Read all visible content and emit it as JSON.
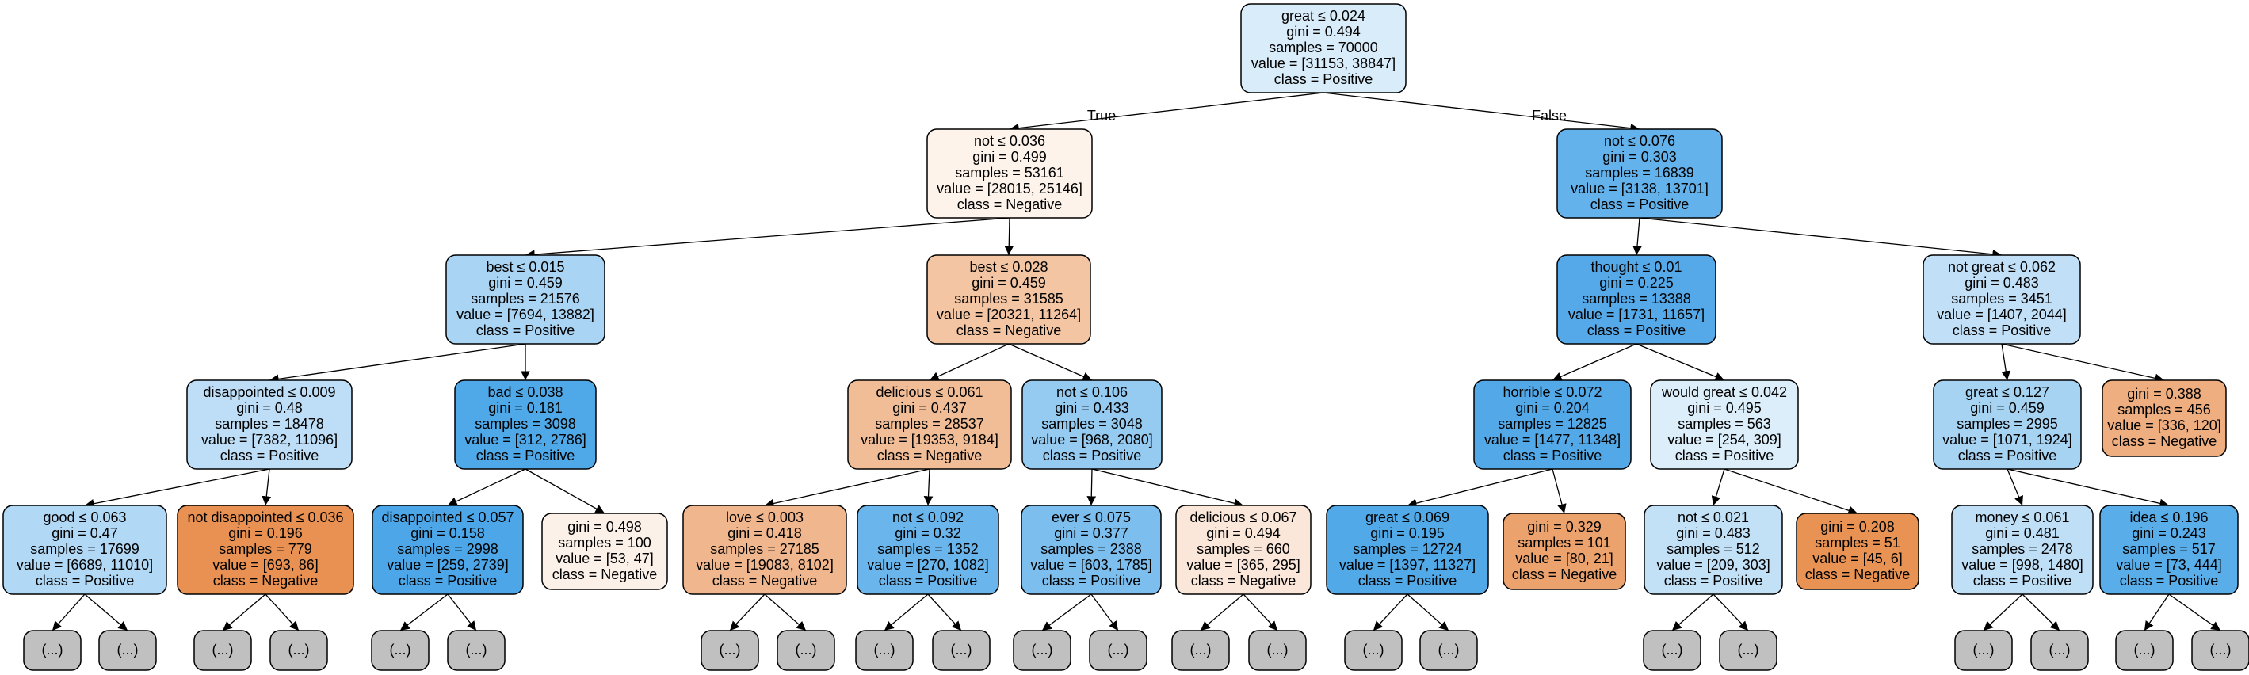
{
  "edge_labels": {
    "true_label": "True",
    "false_label": "False"
  },
  "colors": {
    "pos_light": "#d9ecfa",
    "pos_pale": "#a9d4f4",
    "pos_mid": "#64b2eb",
    "pos_strong": "#4ea6e8",
    "neg_pale": "#fdf3eb",
    "neg_light": "#f3c5a2",
    "neg_mid": "#f0b78d",
    "neg_strong": "#e89152",
    "leaf_gray": "#c0c0c0"
  },
  "nodes": [
    {
      "id": "n0",
      "lines": [
        "great ≤ 0.024",
        "gini = 0.494",
        "samples = 70000",
        "value = [31153, 38847]",
        "class = Positive"
      ],
      "fill": "#d9ecfa"
    },
    {
      "id": "n1",
      "lines": [
        "not ≤ 0.036",
        "gini = 0.499",
        "samples = 53161",
        "value = [28015, 25146]",
        "class = Negative"
      ],
      "fill": "#fdf3eb"
    },
    {
      "id": "n2",
      "lines": [
        "not ≤ 0.076",
        "gini = 0.303",
        "samples = 16839",
        "value = [3138, 13701]",
        "class = Positive"
      ],
      "fill": "#64b2eb"
    },
    {
      "id": "n3",
      "lines": [
        "best ≤ 0.015",
        "gini = 0.459",
        "samples = 21576",
        "value = [7694, 13882]",
        "class = Positive"
      ],
      "fill": "#a9d4f4"
    },
    {
      "id": "n4",
      "lines": [
        "best ≤ 0.028",
        "gini = 0.459",
        "samples = 31585",
        "value = [20321, 11264]",
        "class = Negative"
      ],
      "fill": "#f3c5a2"
    },
    {
      "id": "n5",
      "lines": [
        "thought ≤ 0.01",
        "gini = 0.225",
        "samples = 13388",
        "value = [1731, 11657]",
        "class = Positive"
      ],
      "fill": "#56a9e9"
    },
    {
      "id": "n6",
      "lines": [
        "not great ≤ 0.062",
        "gini = 0.483",
        "samples = 3451",
        "value = [1407, 2044]",
        "class = Positive"
      ],
      "fill": "#c1e0f7"
    },
    {
      "id": "n7",
      "lines": [
        "disappointed ≤ 0.009",
        "gini = 0.48",
        "samples = 18478",
        "value = [7382, 11096]",
        "class = Positive"
      ],
      "fill": "#bddef6"
    },
    {
      "id": "n8",
      "lines": [
        "bad ≤ 0.038",
        "gini = 0.181",
        "samples = 3098",
        "value = [312, 2786]",
        "class = Positive"
      ],
      "fill": "#4fa8e8"
    },
    {
      "id": "n9",
      "lines": [
        "delicious ≤ 0.061",
        "gini = 0.437",
        "samples = 28537",
        "value = [19353, 9184]",
        "class = Negative"
      ],
      "fill": "#f1bd97"
    },
    {
      "id": "n10",
      "lines": [
        "not ≤ 0.106",
        "gini = 0.433",
        "samples = 3048",
        "value = [968, 2080]",
        "class = Positive"
      ],
      "fill": "#95caf1"
    },
    {
      "id": "n11",
      "lines": [
        "horrible ≤ 0.072",
        "gini = 0.204",
        "samples = 12825",
        "value = [1477, 11348]",
        "class = Positive"
      ],
      "fill": "#53a9e8"
    },
    {
      "id": "n12",
      "lines": [
        "would great ≤ 0.042",
        "gini = 0.495",
        "samples = 563",
        "value = [254, 309]",
        "class = Positive"
      ],
      "fill": "#dceefa"
    },
    {
      "id": "n13",
      "lines": [
        "great ≤ 0.127",
        "gini = 0.459",
        "samples = 2995",
        "value = [1071, 1924]",
        "class = Positive"
      ],
      "fill": "#a7d3f3"
    },
    {
      "id": "n14",
      "lines": [
        "gini = 0.388",
        "samples = 456",
        "value = [336, 120]",
        "class = Negative"
      ],
      "fill": "#eeae80"
    },
    {
      "id": "n15",
      "lines": [
        "good ≤ 0.063",
        "gini = 0.47",
        "samples = 17699",
        "value = [6689, 11010]",
        "class = Positive"
      ],
      "fill": "#b1d8f5"
    },
    {
      "id": "n16",
      "lines": [
        "not disappointed ≤ 0.036",
        "gini = 0.196",
        "samples = 779",
        "value = [693, 86]",
        "class = Negative"
      ],
      "fill": "#e89152"
    },
    {
      "id": "n17",
      "lines": [
        "disappointed ≤ 0.057",
        "gini = 0.158",
        "samples = 2998",
        "value = [259, 2739]",
        "class = Positive"
      ],
      "fill": "#4ca6e7"
    },
    {
      "id": "n18",
      "lines": [
        "gini = 0.498",
        "samples = 100",
        "value = [53, 47]",
        "class = Negative"
      ],
      "fill": "#fcf1e9"
    },
    {
      "id": "n19",
      "lines": [
        "love ≤ 0.003",
        "gini = 0.418",
        "samples = 27185",
        "value = [19083, 8102]",
        "class = Negative"
      ],
      "fill": "#f0b68d"
    },
    {
      "id": "n20",
      "lines": [
        "not ≤ 0.092",
        "gini = 0.32",
        "samples = 1352",
        "value = [270, 1082]",
        "class = Positive"
      ],
      "fill": "#6ab5eb"
    },
    {
      "id": "n21",
      "lines": [
        "ever ≤ 0.075",
        "gini = 0.377",
        "samples = 2388",
        "value = [603, 1785]",
        "class = Positive"
      ],
      "fill": "#7cbeee"
    },
    {
      "id": "n22",
      "lines": [
        "delicious ≤ 0.067",
        "gini = 0.494",
        "samples = 660",
        "value = [365, 295]",
        "class = Negative"
      ],
      "fill": "#fae7d9"
    },
    {
      "id": "n23",
      "lines": [
        "great ≤ 0.069",
        "gini = 0.195",
        "samples = 12724",
        "value = [1397, 11327]",
        "class = Positive"
      ],
      "fill": "#51a9e8"
    },
    {
      "id": "n24",
      "lines": [
        "gini = 0.329",
        "samples = 101",
        "value = [80, 21]",
        "class = Negative"
      ],
      "fill": "#eca26d"
    },
    {
      "id": "n25",
      "lines": [
        "not ≤ 0.021",
        "gini = 0.483",
        "samples = 512",
        "value = [209, 303]",
        "class = Positive"
      ],
      "fill": "#c2e1f7"
    },
    {
      "id": "n26",
      "lines": [
        "gini = 0.208",
        "samples = 51",
        "value = [45, 6]",
        "class = Negative"
      ],
      "fill": "#e89253"
    },
    {
      "id": "n27",
      "lines": [
        "money ≤ 0.061",
        "gini = 0.481",
        "samples = 2478",
        "value = [998, 1480]",
        "class = Positive"
      ],
      "fill": "#bfdff7"
    },
    {
      "id": "n28",
      "lines": [
        "idea ≤ 0.196",
        "gini = 0.243",
        "samples = 517",
        "value = [73, 444]",
        "class = Positive"
      ],
      "fill": "#59ade9"
    },
    {
      "id": "l1",
      "lines": [
        "(...)"
      ],
      "fill": "#c0c0c0"
    },
    {
      "id": "l2",
      "lines": [
        "(...)"
      ],
      "fill": "#c0c0c0"
    },
    {
      "id": "l3",
      "lines": [
        "(...)"
      ],
      "fill": "#c0c0c0"
    },
    {
      "id": "l4",
      "lines": [
        "(...)"
      ],
      "fill": "#c0c0c0"
    },
    {
      "id": "l5",
      "lines": [
        "(...)"
      ],
      "fill": "#c0c0c0"
    },
    {
      "id": "l6",
      "lines": [
        "(...)"
      ],
      "fill": "#c0c0c0"
    },
    {
      "id": "l7",
      "lines": [
        "(...)"
      ],
      "fill": "#c0c0c0"
    },
    {
      "id": "l8",
      "lines": [
        "(...)"
      ],
      "fill": "#c0c0c0"
    },
    {
      "id": "l9",
      "lines": [
        "(...)"
      ],
      "fill": "#c0c0c0"
    },
    {
      "id": "l10",
      "lines": [
        "(...)"
      ],
      "fill": "#c0c0c0"
    },
    {
      "id": "l11",
      "lines": [
        "(...)"
      ],
      "fill": "#c0c0c0"
    },
    {
      "id": "l12",
      "lines": [
        "(...)"
      ],
      "fill": "#c0c0c0"
    },
    {
      "id": "l13",
      "lines": [
        "(...)"
      ],
      "fill": "#c0c0c0"
    },
    {
      "id": "l14",
      "lines": [
        "(...)"
      ],
      "fill": "#c0c0c0"
    },
    {
      "id": "l15",
      "lines": [
        "(...)"
      ],
      "fill": "#c0c0c0"
    },
    {
      "id": "l16",
      "lines": [
        "(...)"
      ],
      "fill": "#c0c0c0"
    },
    {
      "id": "l17",
      "lines": [
        "(...)"
      ],
      "fill": "#c0c0c0"
    },
    {
      "id": "l18",
      "lines": [
        "(...)"
      ],
      "fill": "#c0c0c0"
    },
    {
      "id": "l19",
      "lines": [
        "(...)"
      ],
      "fill": "#c0c0c0"
    },
    {
      "id": "l20",
      "lines": [
        "(...)"
      ],
      "fill": "#c0c0c0"
    },
    {
      "id": "l21",
      "lines": [
        "(...)"
      ],
      "fill": "#c0c0c0"
    },
    {
      "id": "l22",
      "lines": [
        "(...)"
      ],
      "fill": "#c0c0c0"
    },
    {
      "id": "l23",
      "lines": [
        "(...)"
      ],
      "fill": "#c0c0c0"
    },
    {
      "id": "l24",
      "lines": [
        "(...)"
      ],
      "fill": "#c0c0c0"
    },
    {
      "id": "l25",
      "lines": [
        "(...)"
      ],
      "fill": "#c0c0c0"
    },
    {
      "id": "l26",
      "lines": [
        "(...)"
      ],
      "fill": "#c0c0c0"
    },
    {
      "id": "l27",
      "lines": [
        "(...)"
      ],
      "fill": "#c0c0c0"
    },
    {
      "id": "l28",
      "lines": [
        "(...)"
      ],
      "fill": "#c0c0c0"
    }
  ],
  "edges": [
    [
      "n0",
      "n1"
    ],
    [
      "n0",
      "n2"
    ],
    [
      "n1",
      "n3"
    ],
    [
      "n1",
      "n4"
    ],
    [
      "n2",
      "n5"
    ],
    [
      "n2",
      "n6"
    ],
    [
      "n3",
      "n7"
    ],
    [
      "n3",
      "n8"
    ],
    [
      "n4",
      "n9"
    ],
    [
      "n4",
      "n10"
    ],
    [
      "n5",
      "n11"
    ],
    [
      "n5",
      "n12"
    ],
    [
      "n6",
      "n13"
    ],
    [
      "n6",
      "n14"
    ],
    [
      "n7",
      "n15"
    ],
    [
      "n7",
      "n16"
    ],
    [
      "n8",
      "n17"
    ],
    [
      "n8",
      "n18"
    ],
    [
      "n9",
      "n19"
    ],
    [
      "n9",
      "n20"
    ],
    [
      "n10",
      "n21"
    ],
    [
      "n10",
      "n22"
    ],
    [
      "n11",
      "n23"
    ],
    [
      "n11",
      "n24"
    ],
    [
      "n12",
      "n25"
    ],
    [
      "n12",
      "n26"
    ],
    [
      "n13",
      "n27"
    ],
    [
      "n13",
      "n28"
    ],
    [
      "n15",
      "l1"
    ],
    [
      "n15",
      "l2"
    ],
    [
      "n16",
      "l3"
    ],
    [
      "n16",
      "l4"
    ],
    [
      "n17",
      "l5"
    ],
    [
      "n17",
      "l6"
    ],
    [
      "n19",
      "l7"
    ],
    [
      "n19",
      "l8"
    ],
    [
      "n20",
      "l9"
    ],
    [
      "n20",
      "l10"
    ],
    [
      "n21",
      "l11"
    ],
    [
      "n21",
      "l12"
    ],
    [
      "n22",
      "l13"
    ],
    [
      "n22",
      "l14"
    ],
    [
      "n23",
      "l15"
    ],
    [
      "n23",
      "l16"
    ],
    [
      "n25",
      "l17"
    ],
    [
      "n25",
      "l18"
    ],
    [
      "n27",
      "l19"
    ],
    [
      "n27",
      "l20"
    ],
    [
      "n28",
      "l21"
    ],
    [
      "n28",
      "l22"
    ]
  ]
}
